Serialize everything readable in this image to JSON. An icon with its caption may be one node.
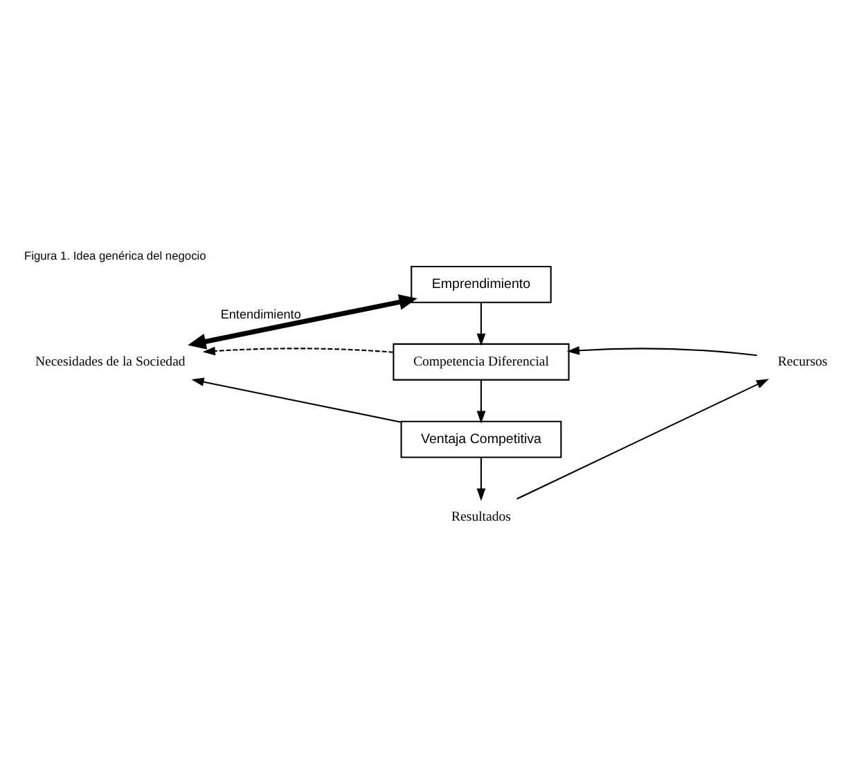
{
  "diagram": {
    "title": "Figura 1. Idea genérica del negocio",
    "nodes": [
      {
        "text": [
          "Emprendimiento"
        ]
      },
      {
        "text": [
          "Competencia Diferencial"
        ]
      },
      {
        "text": [
          "Ventaja Competitiva"
        ]
      },
      {
        "text": [
          "Necesidades de la Sociedad"
        ]
      },
      {
        "text": [
          "Recursos"
        ]
      },
      {
        "text": [
          "Resultados"
        ]
      }
    ],
    "edges": [
      {
        "from": 0,
        "to": 3,
        "arrow": "both",
        "label": "Entendimiento",
        "style": "thick"
      },
      {
        "from": 0,
        "to": 1,
        "arrow": "to"
      },
      {
        "from": 1,
        "to": 3,
        "arrow": "to",
        "style": "dashed"
      },
      {
        "from": 4,
        "to": 1,
        "arrow": "to"
      },
      {
        "from": 1,
        "to": 2,
        "arrow": "to"
      },
      {
        "from": 2,
        "to": 3,
        "arrow": "to"
      },
      {
        "from": 2,
        "to": 5,
        "arrow": "to"
      },
      {
        "from": 5,
        "to": 4,
        "arrow": "to"
      }
    ]
  }
}
